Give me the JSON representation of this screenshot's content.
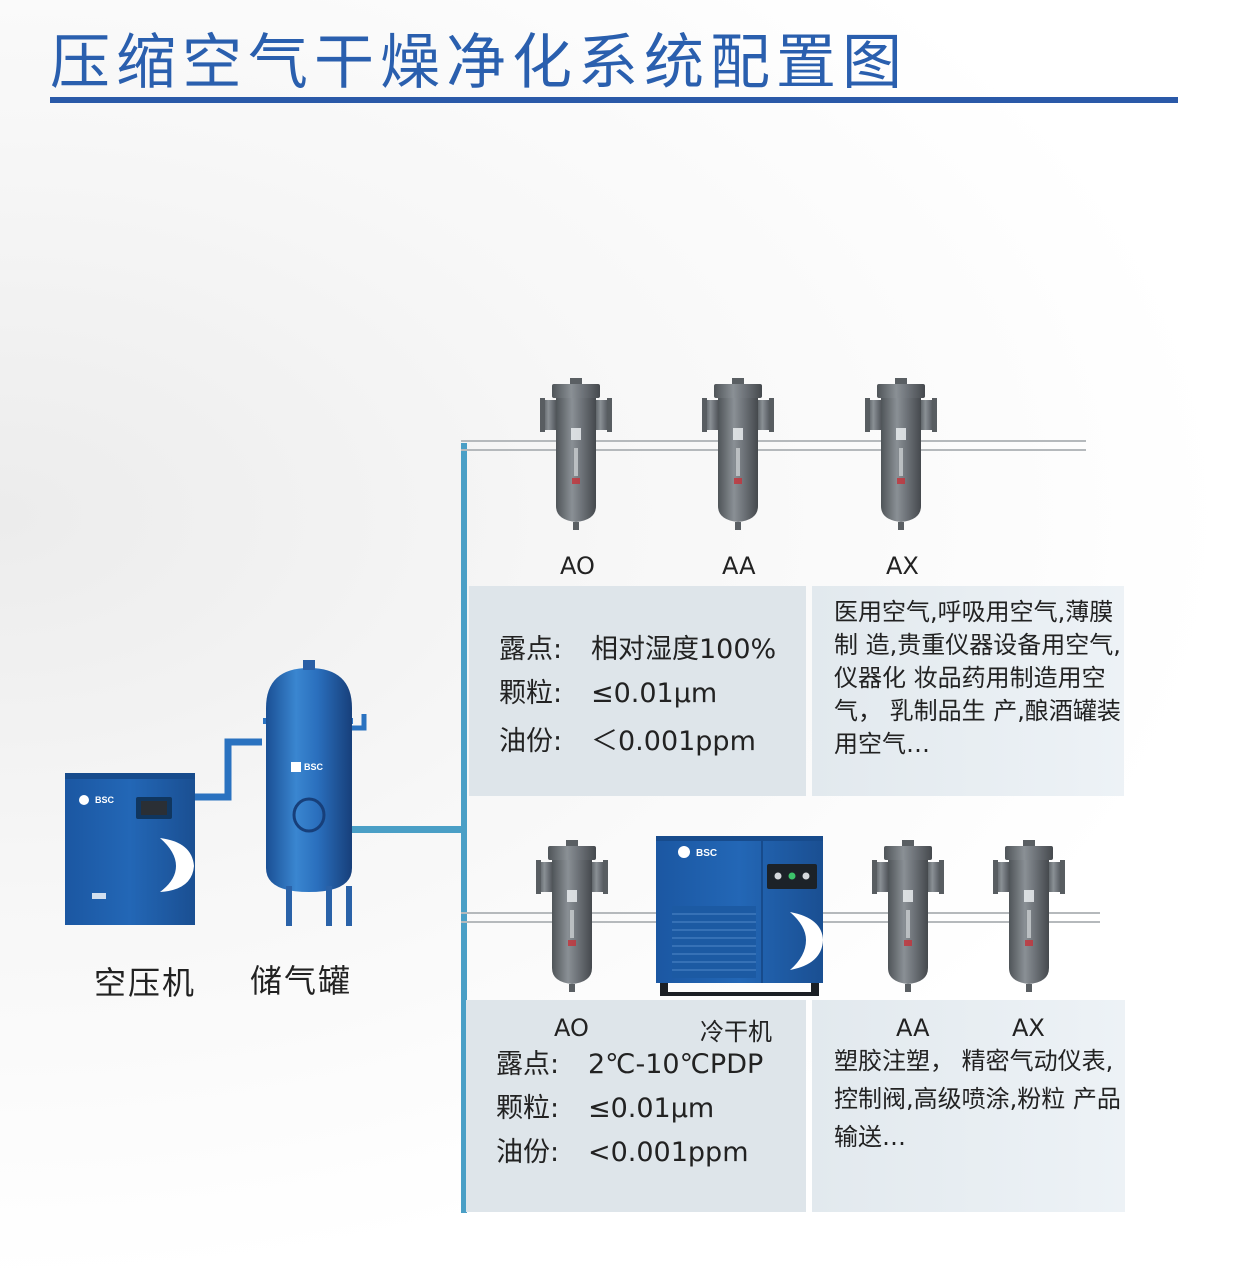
{
  "title": "压缩空气干燥净化系统配置图",
  "colors": {
    "title": "#2a5fae",
    "pipe": "#4a9fc6",
    "equipment": "#1f62b3",
    "filter": "#6d7278"
  },
  "equipment": {
    "compressor": {
      "label": "空压机",
      "badge": "BSC"
    },
    "tank": {
      "label": "储气罐",
      "badge": "BSC"
    },
    "dryer_badge": "BSC"
  },
  "upper": {
    "filters": [
      "AO",
      "AA",
      "AX"
    ],
    "specs": [
      {
        "key": "露点:",
        "value": "相对湿度100%"
      },
      {
        "key": "颗粒:",
        "value": "≤0.01μm"
      },
      {
        "key": "油份:",
        "value": "＜0.001ppm"
      }
    ],
    "applications": "医用空气,呼吸用空气,薄膜制 造,贵重仪器设备用空气,仪器化 妆品药用制造用空气， 乳制品生 产,酿酒罐装用空气…"
  },
  "lower": {
    "labels": [
      "AO",
      "冷干机",
      "AA",
      "AX"
    ],
    "specs": [
      {
        "key": "露点:",
        "value": "2℃-10℃PDP"
      },
      {
        "key": "颗粒:",
        "value": "≤0.01μm"
      },
      {
        "key": "油份:",
        "value": "<0.001ppm"
      }
    ],
    "applications": "塑胶注塑， 精密气动仪表, 控制阀,高级喷涂,粉粒 产品输送…"
  }
}
